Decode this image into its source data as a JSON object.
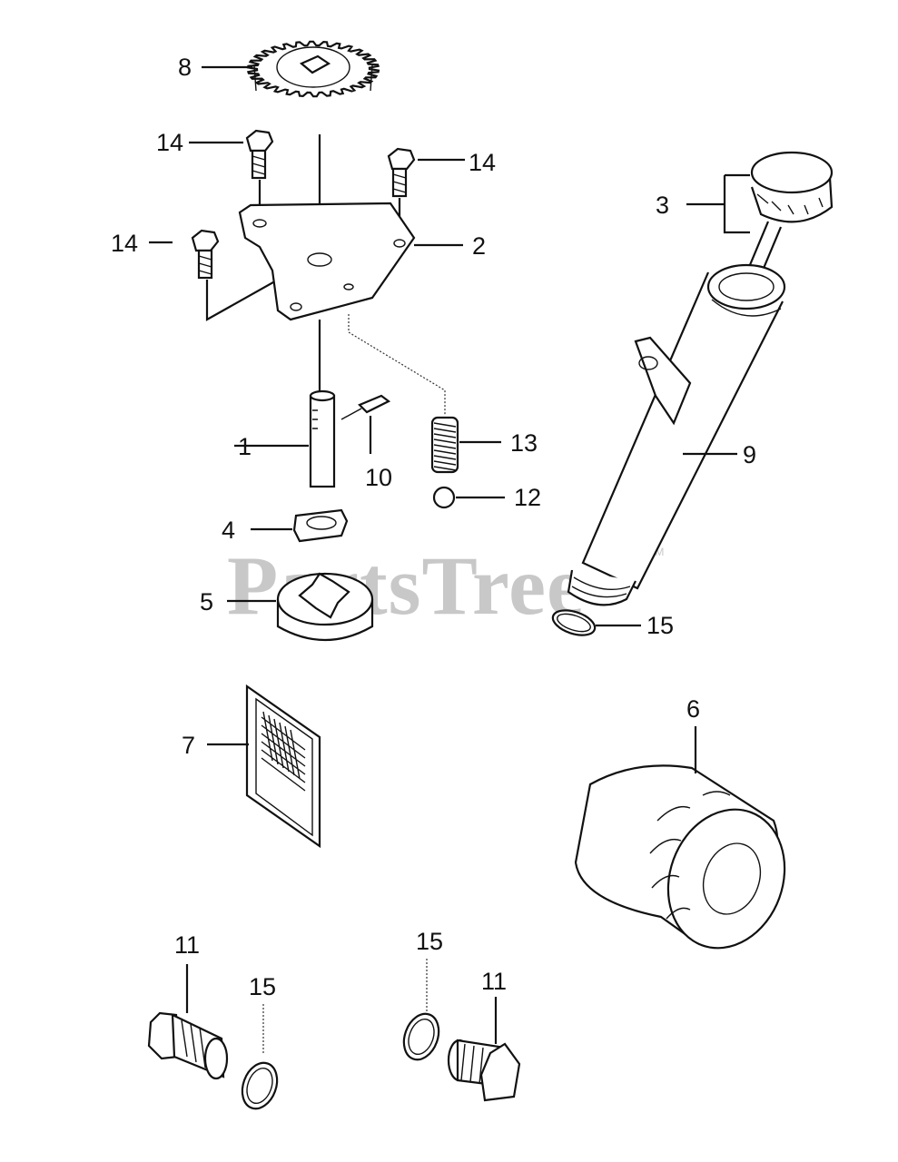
{
  "watermark": {
    "text": "PartsTree",
    "trademark": "TM",
    "color": "#c8c8c8"
  },
  "callouts": [
    {
      "id": "c8",
      "text": "8"
    },
    {
      "id": "c14a",
      "text": "14"
    },
    {
      "id": "c14b",
      "text": "14"
    },
    {
      "id": "c14c",
      "text": "14"
    },
    {
      "id": "c3",
      "text": "3"
    },
    {
      "id": "c2",
      "text": "2"
    },
    {
      "id": "c9",
      "text": "9"
    },
    {
      "id": "c1",
      "text": "1"
    },
    {
      "id": "c10",
      "text": "10"
    },
    {
      "id": "c13",
      "text": "13"
    },
    {
      "id": "c12",
      "text": "12"
    },
    {
      "id": "c4",
      "text": "4"
    },
    {
      "id": "c5",
      "text": "5"
    },
    {
      "id": "c15a",
      "text": "15"
    },
    {
      "id": "c7",
      "text": "7"
    },
    {
      "id": "c6",
      "text": "6"
    },
    {
      "id": "c11a",
      "text": "11"
    },
    {
      "id": "c15b",
      "text": "15"
    },
    {
      "id": "c15c",
      "text": "15"
    },
    {
      "id": "c11b",
      "text": "11"
    }
  ]
}
